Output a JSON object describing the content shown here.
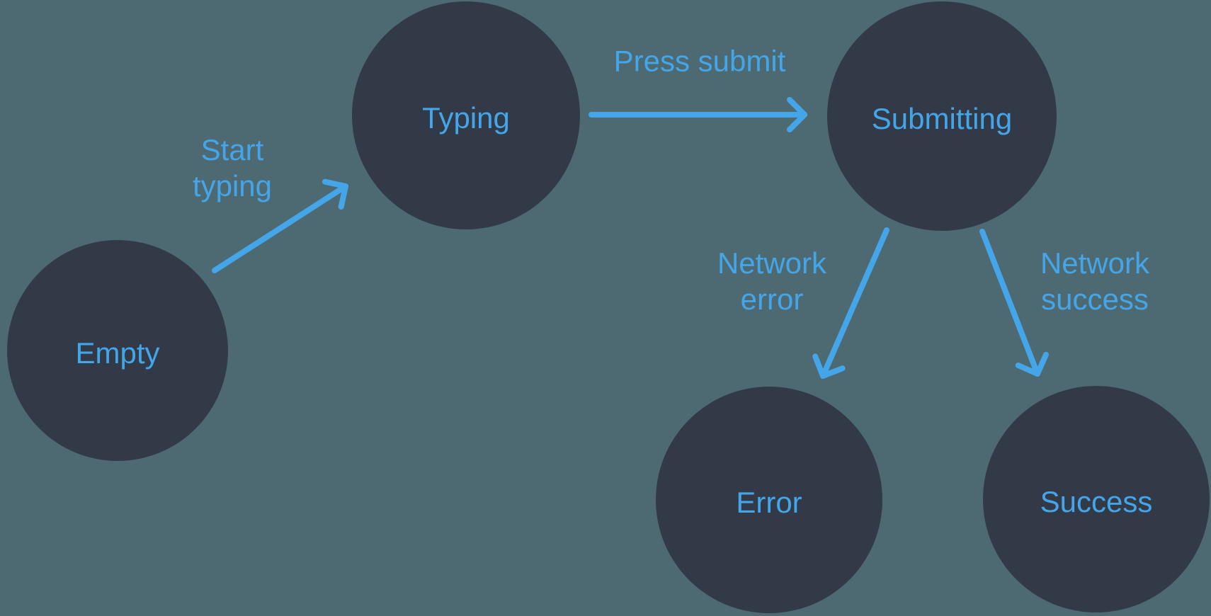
{
  "diagram": {
    "colors": {
      "background": "#4d6a72",
      "node_fill": "#323a48",
      "accent": "#44a5e9"
    },
    "nodes": [
      {
        "id": "empty",
        "label": "Empty"
      },
      {
        "id": "typing",
        "label": "Typing"
      },
      {
        "id": "submitting",
        "label": "Submitting"
      },
      {
        "id": "error",
        "label": "Error"
      },
      {
        "id": "success",
        "label": "Success"
      }
    ],
    "edges": [
      {
        "from": "empty",
        "to": "typing",
        "label": "Start typing"
      },
      {
        "from": "typing",
        "to": "submitting",
        "label": "Press submit"
      },
      {
        "from": "submitting",
        "to": "error",
        "label": "Network error"
      },
      {
        "from": "submitting",
        "to": "success",
        "label": "Network success"
      }
    ]
  }
}
